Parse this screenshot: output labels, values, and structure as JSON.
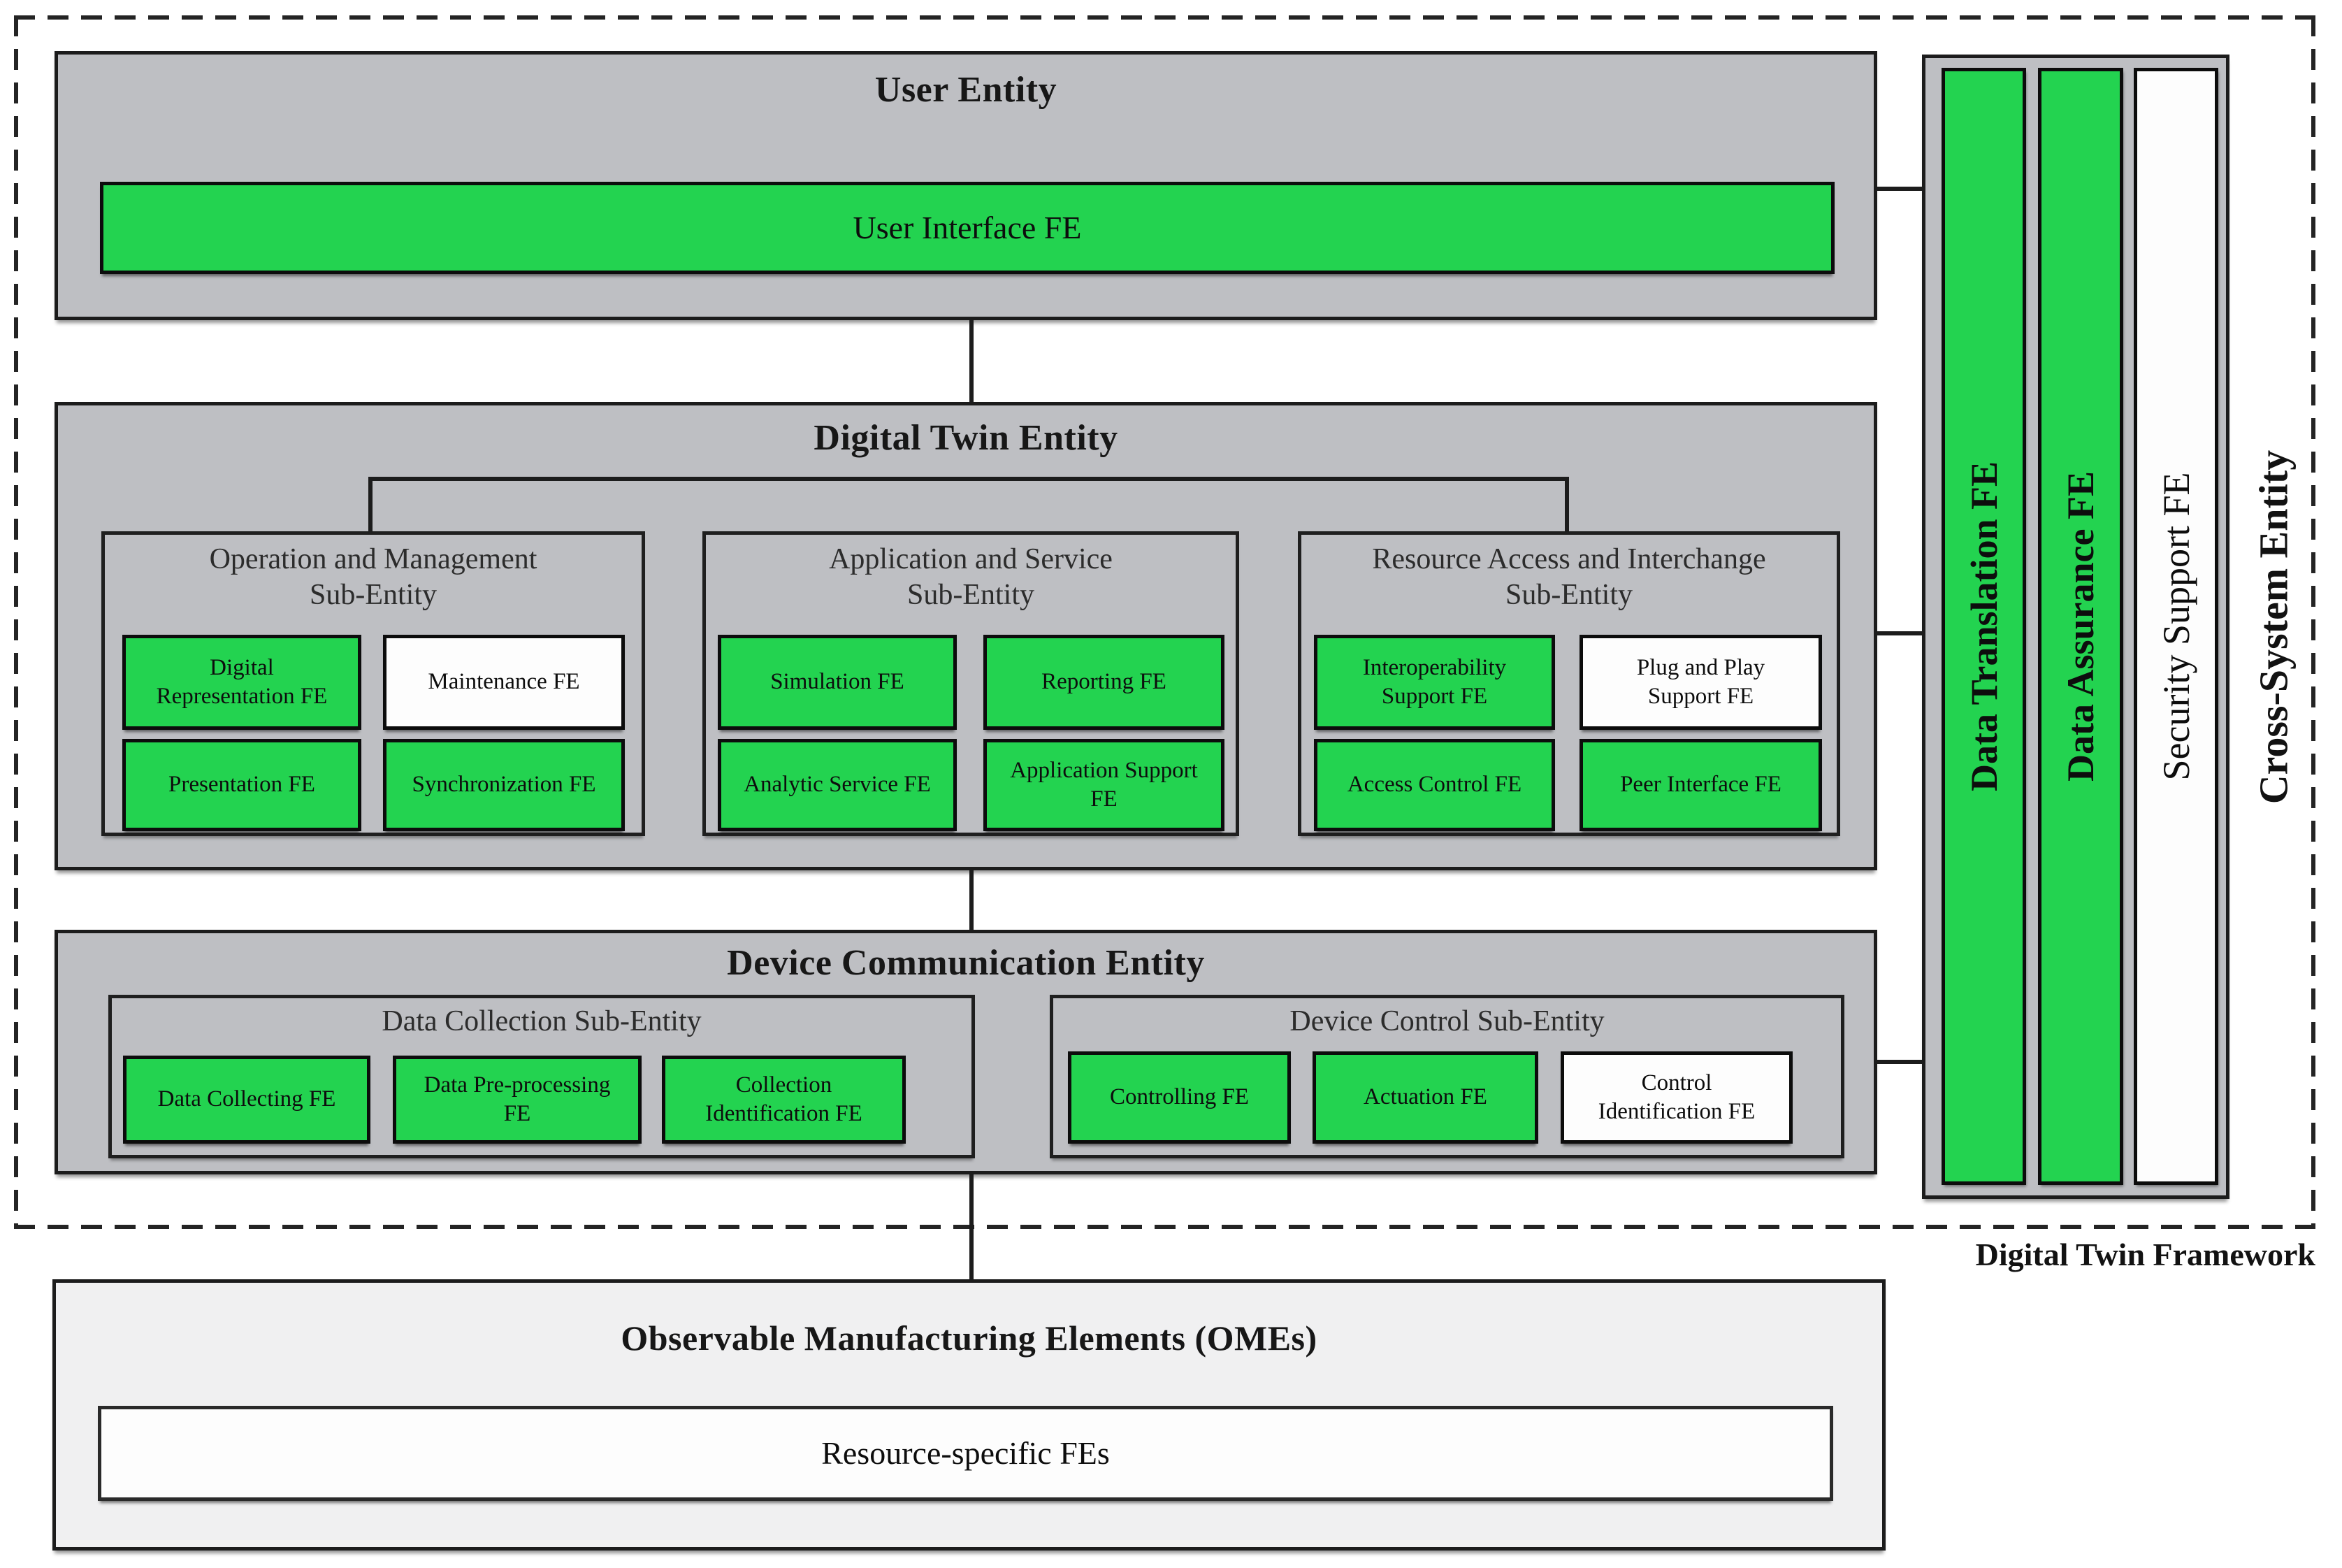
{
  "colors": {
    "fe_green": "#23d350",
    "entity_gray": "#bebfc3",
    "ome_fill": "#f0f0f1",
    "fe_white": "#fdfdfd",
    "border_dark": "#1c1c1c"
  },
  "framework_label": "Digital Twin Framework",
  "user_entity": {
    "title": "User Entity",
    "fe": {
      "label": "User Interface FE",
      "fill": "green"
    }
  },
  "digital_twin_entity": {
    "title": "Digital Twin Entity",
    "sub_entities": [
      {
        "title": "Operation and Management\nSub-Entity",
        "fes": [
          {
            "label": "Digital\nRepresentation FE",
            "fill": "green"
          },
          {
            "label": "Maintenance FE",
            "fill": "white"
          },
          {
            "label": "Presentation FE",
            "fill": "green"
          },
          {
            "label": "Synchronization FE",
            "fill": "green"
          }
        ]
      },
      {
        "title": "Application and Service\nSub-Entity",
        "fes": [
          {
            "label": "Simulation FE",
            "fill": "green"
          },
          {
            "label": "Reporting FE",
            "fill": "green"
          },
          {
            "label": "Analytic Service FE",
            "fill": "green"
          },
          {
            "label": "Application Support\nFE",
            "fill": "green"
          }
        ]
      },
      {
        "title": "Resource Access and Interchange\nSub-Entity",
        "fes": [
          {
            "label": "Interoperability\nSupport FE",
            "fill": "green"
          },
          {
            "label": "Plug and Play\nSupport FE",
            "fill": "white"
          },
          {
            "label": "Access Control FE",
            "fill": "green"
          },
          {
            "label": "Peer Interface FE",
            "fill": "green"
          }
        ]
      }
    ]
  },
  "device_communication_entity": {
    "title": "Device Communication Entity",
    "sub_entities": [
      {
        "title": "Data Collection Sub-Entity",
        "fes": [
          {
            "label": "Data Collecting FE",
            "fill": "green"
          },
          {
            "label": "Data Pre-processing\nFE",
            "fill": "green"
          },
          {
            "label": "Collection\nIdentification FE",
            "fill": "green"
          }
        ]
      },
      {
        "title": "Device Control Sub-Entity",
        "fes": [
          {
            "label": "Controlling FE",
            "fill": "green"
          },
          {
            "label": "Actuation FE",
            "fill": "green"
          },
          {
            "label": "Control\nIdentification FE",
            "fill": "white"
          }
        ]
      }
    ]
  },
  "cross_system_entity": {
    "title": "Cross-System Entity",
    "bars": [
      {
        "label": "Data Translation FE",
        "fill": "green"
      },
      {
        "label": "Data Assurance FE",
        "fill": "green"
      },
      {
        "label": "Security Support FE",
        "fill": "white"
      }
    ]
  },
  "ome": {
    "title": "Observable Manufacturing Elements (OMEs)",
    "fe": {
      "label": "Resource-specific FEs",
      "fill": "white"
    }
  }
}
